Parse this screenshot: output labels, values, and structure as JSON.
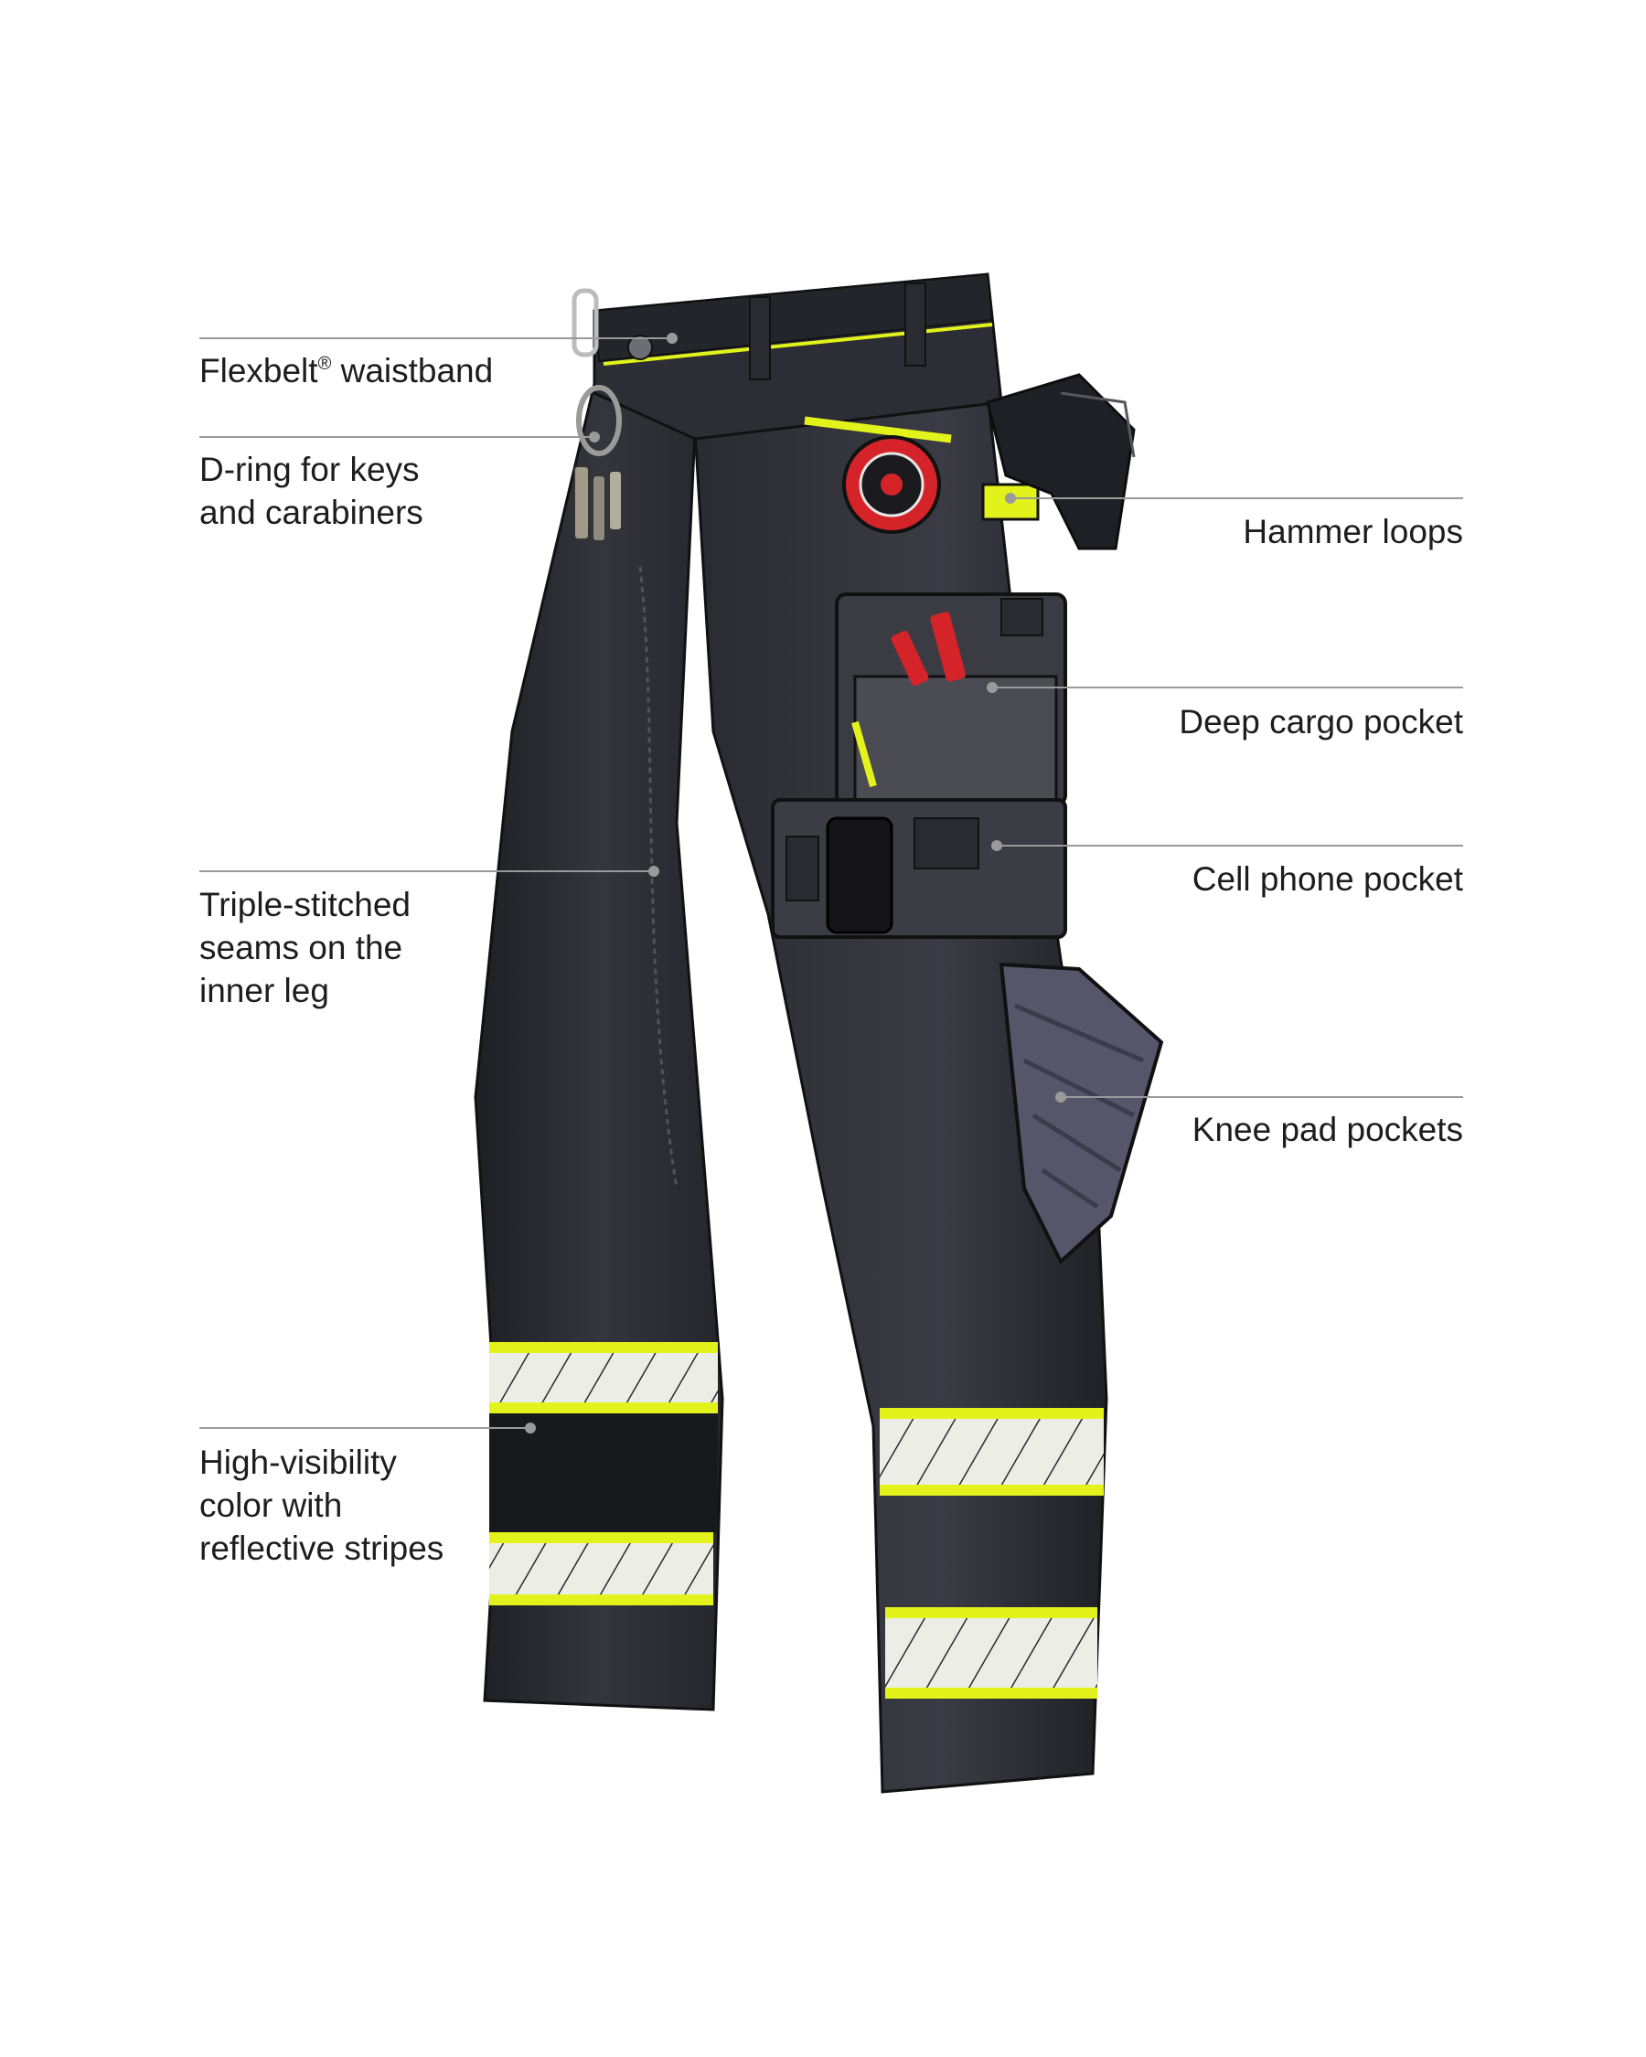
{
  "callouts": {
    "waistband": {
      "label": "Flexbelt",
      "mark": "®",
      "label_rest": " waistband"
    },
    "dring": {
      "lines": [
        "D-ring for keys",
        "and carabiners"
      ]
    },
    "hammer": {
      "label": "Hammer loops"
    },
    "cargo": {
      "label": "Deep cargo pocket"
    },
    "phone": {
      "label": "Cell phone pocket"
    },
    "seams": {
      "lines": [
        "Triple-stitched",
        "seams on the",
        "inner leg"
      ]
    },
    "kneepad": {
      "label": "Knee pad pockets"
    },
    "hivis": {
      "lines": [
        "High-visibility",
        "color with",
        "reflective stripes"
      ]
    }
  },
  "colors": {
    "fabric": "#2e2f36",
    "fabric_dark": "#1c1d22",
    "hivis_yellow": "#e4f21c",
    "reflective": "#e9ece4",
    "leader_line": "#9a9a9a",
    "tape_red": "#d4242a"
  }
}
